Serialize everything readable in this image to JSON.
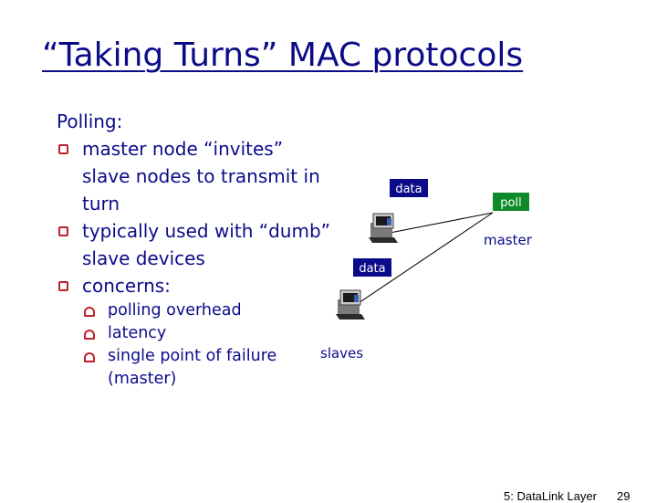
{
  "slide": {
    "title": "“Taking Turns” MAC protocols",
    "heading": "Polling:",
    "bullets": [
      "master node “invites” slave nodes to transmit in turn",
      "typically used with “dumb” slave devices",
      "concerns:"
    ],
    "sub_bullets": [
      "polling overhead",
      "latency",
      "single point of failure (master)"
    ],
    "footer": "5: DataLink Layer",
    "page_number": "29"
  },
  "diagram": {
    "labels": {
      "data_top": "data",
      "data_bottom": "data",
      "poll": "poll",
      "master": "master",
      "slaves": "slaves"
    },
    "colors": {
      "data_box": "#0b0b8a",
      "poll_box": "#0f8a2a",
      "label_text": "#ffffff"
    },
    "icons": [
      "computer-icon",
      "computer-icon"
    ]
  }
}
